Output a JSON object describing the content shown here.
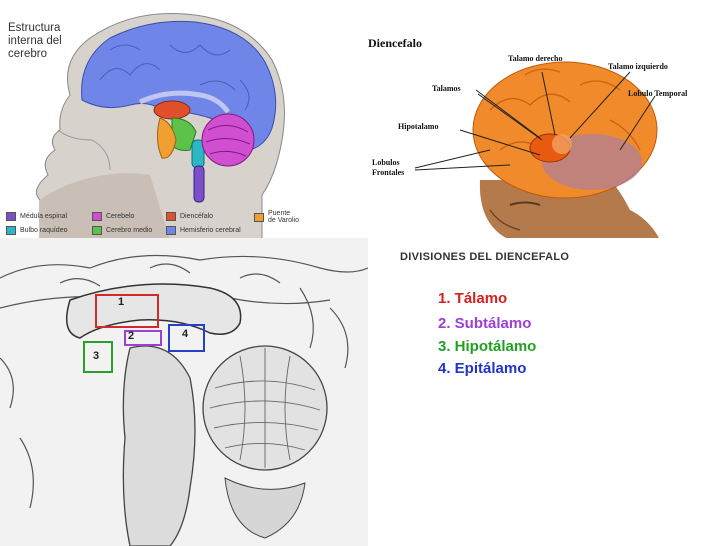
{
  "top_left": {
    "title": "Estructura\ninterna del\ncerebro",
    "legend": [
      {
        "label": "Médula espinal",
        "color": "#7a4fc8"
      },
      {
        "label": "Cerebelo",
        "color": "#d04ed0"
      },
      {
        "label": "Diencéfalo",
        "color": "#e0512b"
      },
      {
        "label": "Puente\nde Varolio",
        "color": "#f0a030"
      },
      {
        "label": "Bulbo raquídeo",
        "color": "#2bb7c4"
      },
      {
        "label": "Cerebro medio",
        "color": "#5cc24a"
      },
      {
        "label": "Hemisferio cerebral",
        "color": "#6f86e8"
      }
    ]
  },
  "top_right": {
    "title": "Diencefalo",
    "labels": {
      "talamo_derecho": "Talamo derecho",
      "talamo_izquierdo": "Talamo izquierdo",
      "talamos": "Talamos",
      "lobulo_temporal": "Lobulo Temporal",
      "hipotalamo": "Hipotalamo",
      "lobulos_frontales": "Lobulos\nFrontales"
    }
  },
  "bottom_left": {
    "box_numbers": [
      "1",
      "2",
      "3",
      "4"
    ],
    "box_colors": [
      "#d22a2a",
      "#9b3fd6",
      "#2aa02a",
      "#2a3fc8"
    ]
  },
  "bottom_right": {
    "title": "DIVISIONES DEL DIENCEFALO",
    "items": [
      {
        "text": "1. Tálamo",
        "color": "#d62020"
      },
      {
        "text": "2. Subtálamo",
        "color": "#9b3fd6"
      },
      {
        "text": "3. Hipotálamo",
        "color": "#22a022"
      },
      {
        "text": "4. Epitálamo",
        "color": "#2233c8"
      }
    ]
  }
}
